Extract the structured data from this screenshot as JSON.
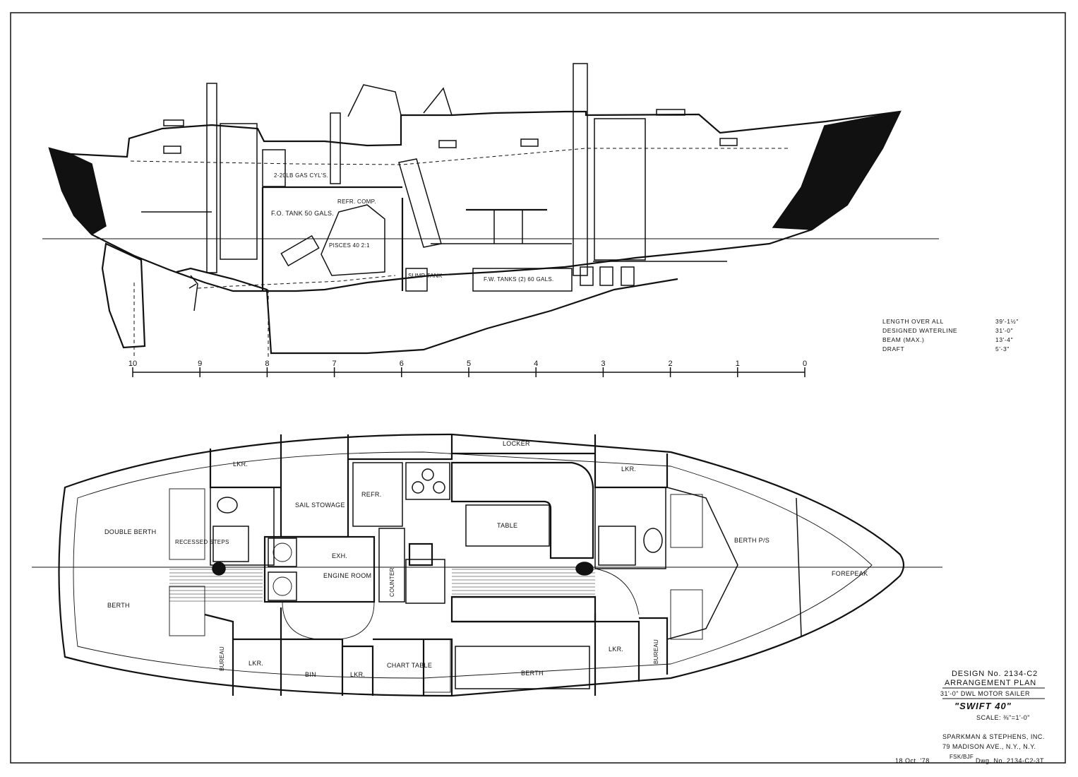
{
  "profile": {
    "labels": {
      "gas": "2-20LB GAS CYL'S.",
      "fo_tank": "F.O. TANK 50 GALS.",
      "refr_comp": "REFR. COMP.",
      "engine": "PISCES 40 2:1",
      "sump": "SUMP TANK",
      "fw_tanks": "F.W. TANKS (2) 60 GALS."
    },
    "scale_ticks": [
      "10",
      "9",
      "8",
      "7",
      "6",
      "5",
      "4",
      "3",
      "2",
      "1",
      "0"
    ]
  },
  "specs": [
    {
      "label": "LENGTH OVER ALL",
      "value": "39'-1½\""
    },
    {
      "label": "DESIGNED WATERLINE",
      "value": "31'-0\""
    },
    {
      "label": "BEAM (MAX.)",
      "value": "13'-4\""
    },
    {
      "label": "DRAFT",
      "value": "5'-3\""
    }
  ],
  "plan": {
    "labels": {
      "lkr_port_aft": "LKR.",
      "sail_stowage": "SAIL STOWAGE",
      "refr": "REFR.",
      "locker": "LOCKER",
      "lkr_port_fwd": "LKR.",
      "double_berth": "DOUBLE BERTH",
      "recessed_steps": "RECESSED STEPS",
      "exh": "EXH.",
      "engine_room": "ENGINE ROOM",
      "counter": "COUNTER",
      "table": "TABLE",
      "berth_ps": "BERTH P/S",
      "forepeak": "FOREPEAK",
      "berth_aft": "BERTH",
      "bureau_aft": "BUREAU",
      "lkr_stbd_1": "LKR.",
      "bin": "BIN",
      "lkr_stbd_2": "LKR.",
      "chart_table": "CHART TABLE",
      "berth_stbd": "BERTH",
      "lkr_stbd_fwd": "LKR.",
      "bureau_fwd": "BUREAU"
    }
  },
  "title_block": {
    "design_no": "DESIGN No. 2134-C2",
    "plan_name": "ARRANGEMENT PLAN",
    "type": "31'-0\" DWL MOTOR SAILER",
    "name": "\"SWIFT 40\"",
    "scale": "SCALE: ⅜\"=1'-0\"",
    "firm": "SPARKMAN & STEPHENS, INC.",
    "address": "79 MADISON AVE., N.Y., N.Y.",
    "date": "18 Oct. '78",
    "initials": "FSK/BJF",
    "drawing_no": "Dwg. No. 2134-C2-3T"
  }
}
